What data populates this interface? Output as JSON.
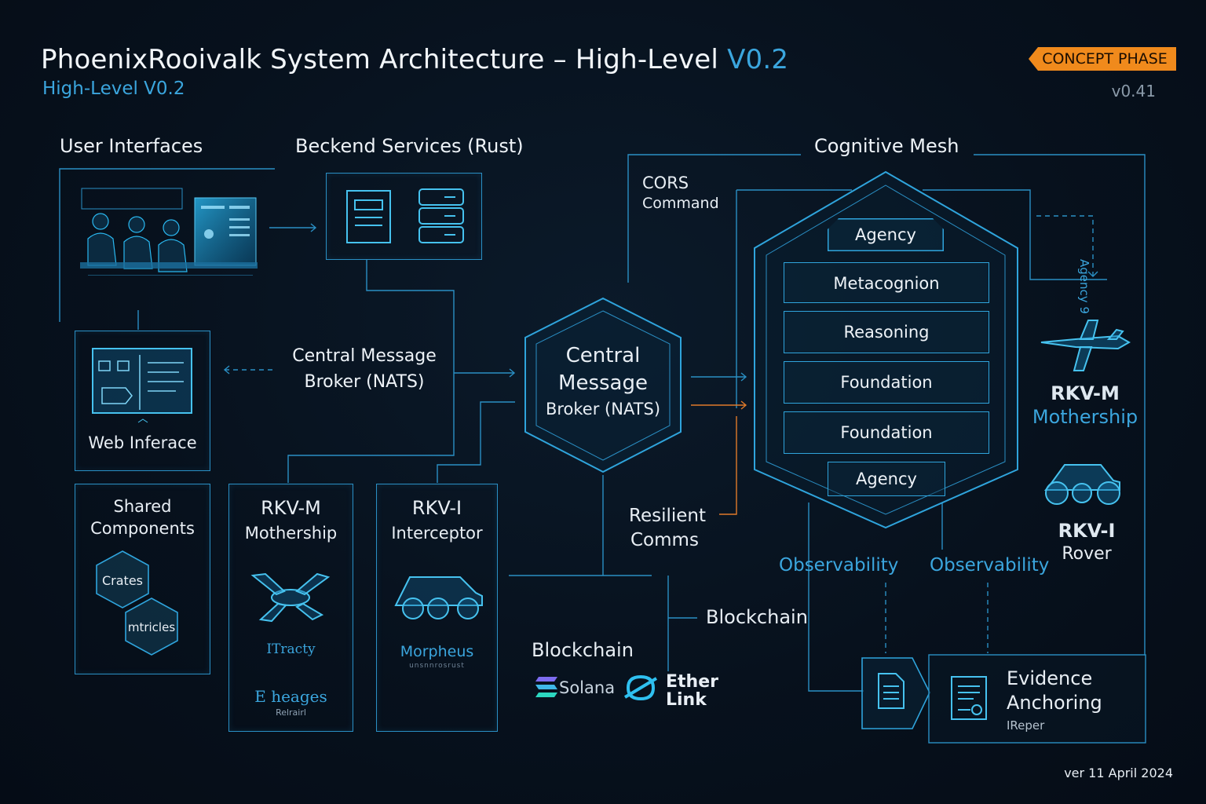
{
  "header": {
    "title_main": "PhoenixRooivalk System Architecture – High-Level ",
    "title_accent": "V0.2",
    "subtitle": "High-Level V0.2",
    "badge": "CONCEPT PHASE",
    "version": "v0.41",
    "date": "ver 11 April 2024"
  },
  "sections": {
    "user_interfaces": "User Interfaces",
    "backend_services": "Beckend Services (Rust)",
    "cognitive_mesh": "Cognitive Mesh"
  },
  "left": {
    "broker_label_line1": "Central Message",
    "broker_label_line2": "Broker (NATS)",
    "web_interface": "Web Inferace",
    "shared_components_line1": "Shared",
    "shared_components_line2": "Components",
    "crates": "Crates",
    "metrics": "mtricles"
  },
  "rkv_m_card": {
    "title": "RKV-M",
    "subtitle": "Mothership",
    "logo1": "ITracty",
    "logo2": "E heages",
    "logo2_sub": "Relrairl"
  },
  "rkv_i_card": {
    "title": "RKV-I",
    "subtitle": "Interceptor",
    "logo": "Morpheus",
    "logo_sub": "unsnnrosrust"
  },
  "center": {
    "broker_line1": "Central",
    "broker_line2": "Message",
    "broker_line3": "Broker (NATS)",
    "cors_line1": "CORS",
    "cors_line2": "Command",
    "resilient_line1": "Resilient",
    "resilient_line2": "Comms",
    "blockchain_left": "Blockchain",
    "blockchain_right": "Blockchain",
    "solana": "Solana",
    "ether_line1": "Ether",
    "ether_line2": "Link"
  },
  "mesh": {
    "layers": [
      "Agency",
      "Metacognion",
      "Reasoning",
      "Foundation",
      "Foundation",
      "Agency"
    ],
    "observability_left": "Observability",
    "observability_right": "Observability",
    "vertical_text": "Agency 9"
  },
  "right": {
    "rkv_m_title": "RKV-M",
    "rkv_m_sub": "Mothership",
    "rkv_i_title": "RKV-I",
    "rkv_i_sub": "Rover"
  },
  "evidence": {
    "line1": "Evidence",
    "line2": "Anchoring",
    "sub": "IReper"
  },
  "colors": {
    "background": "#07111d",
    "accent_blue": "#3ba6de",
    "line_blue": "#2a8fc4",
    "badge_orange": "#f08a1c",
    "connector_orange": "#e07a2a"
  }
}
